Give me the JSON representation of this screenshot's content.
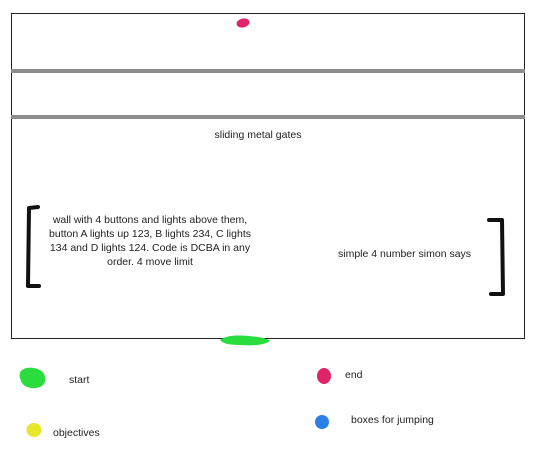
{
  "room": {
    "gates_label": "sliding metal gates",
    "wall_note": "wall with 4 buttons and lights above them, button A lights up 123, B lights 234, C lights 134 and D lights 124. Code is DCBA in any order. 4 move limit",
    "simon_note": "simple 4 number simon says"
  },
  "legend": {
    "start": "start",
    "end": "end",
    "objectives": "objectives",
    "boxes": "boxes for jumping"
  },
  "colors": {
    "start": "#2bdc3f",
    "end": "#e0226a",
    "objectives": "#e8e62a",
    "boxes": "#2d7fe8",
    "outline": "#222222",
    "gate": "#8c8c8c"
  },
  "icons": {
    "start_marker": "green-blob",
    "end_marker": "pink-blob",
    "wall_bracket": "left-bracket",
    "simon_bracket": "right-bracket"
  }
}
